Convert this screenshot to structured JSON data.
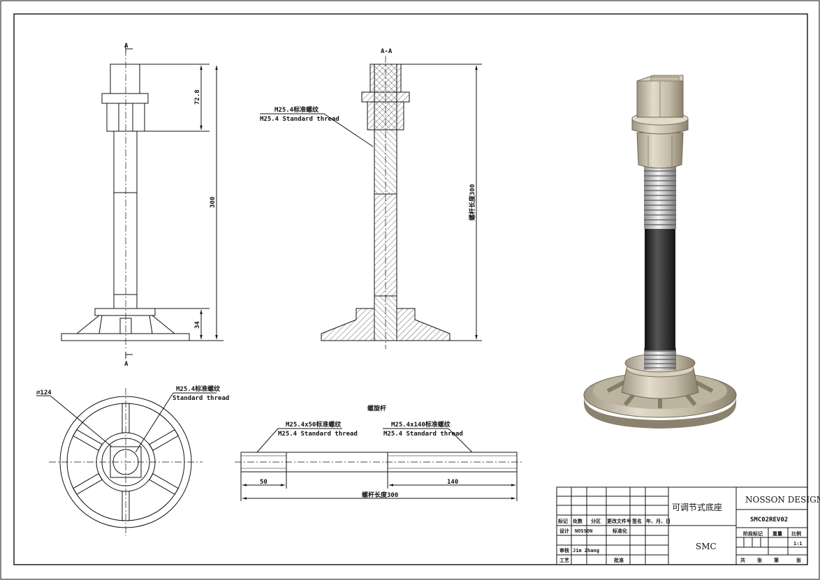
{
  "colors": {
    "line": "#111111",
    "steel": "#c9c1ad",
    "rod": "#2a2a2a",
    "background": "#ffffff"
  },
  "section_marks": {
    "top": "A",
    "bottom": "A",
    "section_title": "A-A"
  },
  "front_view": {
    "dim_top": "72.8",
    "dim_total": "300",
    "dim_base": "34"
  },
  "section_view": {
    "thread_label_cn": "M25.4标准螺纹",
    "thread_label_en": "M25.4 Standard thread",
    "dim_rod_length": "螺杆长度300"
  },
  "bottom_view": {
    "diameter": "⌀124",
    "thread_label_cn": "M25.4标准螺纹",
    "thread_label_en": "Standard thread"
  },
  "rod_view": {
    "title": "螺旋杆",
    "left_thread_cn": "M25.4x50标准螺纹",
    "left_thread_en": "M25.4 Standard thread",
    "right_thread_cn": "M25.4x140标准螺纹",
    "right_thread_en": "M25.4 Standard thread",
    "dim_left": "50",
    "dim_right": "140",
    "dim_total": "螺杆长度300"
  },
  "title_block": {
    "part_name": "可调节式底座",
    "company": "NOSSON DESIGN",
    "drawing_no": "SMC02REV02",
    "material": "SMC",
    "header_cols": [
      "标记",
      "处数",
      "分区",
      "更改文件号",
      "签名",
      "年、月、日"
    ],
    "design_label": "设计",
    "design_value": "NOSSON",
    "standardize_label": "标准化",
    "review_label": "审核",
    "review_value": "Jim Zhang",
    "process_label": "工艺",
    "approve_label": "批准",
    "stage_label": "阶段标记",
    "weight_label": "重量",
    "scale_label": "比例",
    "scale_value": "1:1",
    "sheet_total": "共",
    "sheet_unit": "张",
    "sheet_num": "第",
    "sheet_unit2": "张"
  }
}
